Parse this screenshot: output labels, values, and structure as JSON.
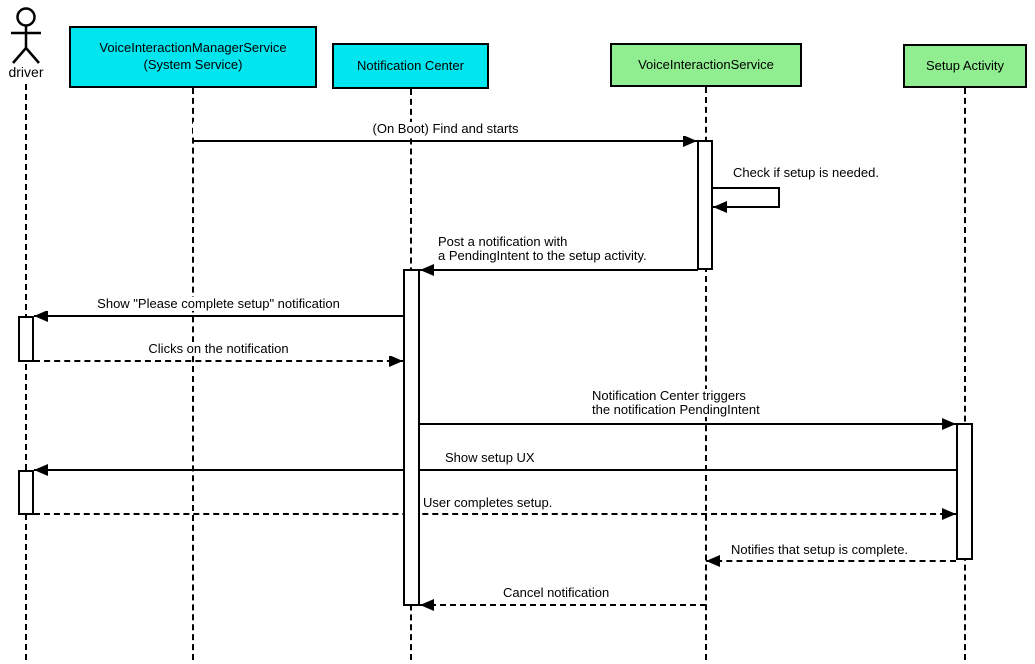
{
  "colors": {
    "system_service_fill": "#00e5ee",
    "service_fill": "#90ee90",
    "outline": "#000000",
    "activation_fill": "#ffffff",
    "background": "#ffffff"
  },
  "participants": [
    {
      "id": "driver",
      "kind": "actor",
      "label": "driver"
    },
    {
      "id": "vims",
      "kind": "box",
      "label": "VoiceInteractionManagerService\n(System Service)",
      "fill": "#00e5ee"
    },
    {
      "id": "nc",
      "kind": "box",
      "label": "Notification Center",
      "fill": "#00e5ee"
    },
    {
      "id": "vis",
      "kind": "box",
      "label": "VoiceInteractionService",
      "fill": "#90ee90"
    },
    {
      "id": "sa",
      "kind": "box",
      "label": "Setup Activity",
      "fill": "#90ee90"
    }
  ],
  "messages": [
    {
      "label": "(On Boot) Find and starts",
      "from": "vims",
      "to": "vis",
      "style": "solid"
    },
    {
      "label": "Check if setup is needed.",
      "from": "vis",
      "to": "vis",
      "style": "solid",
      "self": true
    },
    {
      "label": "Post a notification with\na PendingIntent to the setup activity.",
      "from": "vis",
      "to": "nc",
      "style": "solid"
    },
    {
      "label": "Show \"Please complete setup\" notification",
      "from": "nc",
      "to": "driver",
      "style": "solid"
    },
    {
      "label": "Clicks on the notification",
      "from": "driver",
      "to": "nc",
      "style": "dashed"
    },
    {
      "label": "Notification Center triggers\nthe notification PendingIntent",
      "from": "nc",
      "to": "sa",
      "style": "solid"
    },
    {
      "label": "Show setup UX",
      "from": "sa",
      "to": "driver",
      "style": "solid"
    },
    {
      "label": "User completes setup.",
      "from": "driver",
      "to": "sa",
      "style": "dashed"
    },
    {
      "label": "Notifies that setup is complete.",
      "from": "sa",
      "to": "vis",
      "style": "dashed"
    },
    {
      "label": "Cancel notification",
      "from": "vis",
      "to": "nc",
      "style": "dashed"
    }
  ]
}
